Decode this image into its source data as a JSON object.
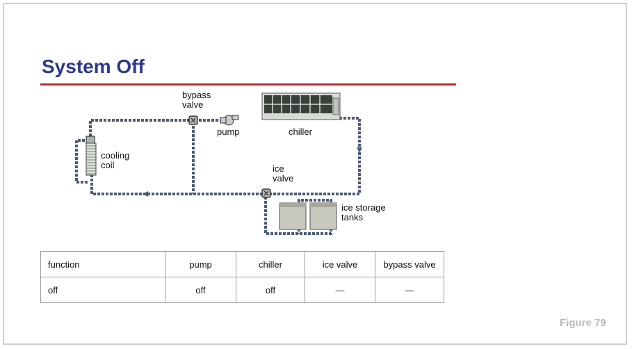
{
  "title": "System Off",
  "labels": {
    "bypass_valve": [
      "bypass",
      "valve"
    ],
    "pump": "pump",
    "chiller": "chiller",
    "cooling_coil": [
      "cooling",
      "coil"
    ],
    "ice_valve": [
      "ice",
      "valve"
    ],
    "ice_storage_tanks": [
      "ice storage",
      "tanks"
    ]
  },
  "table": {
    "headers": [
      "function",
      "pump",
      "chiller",
      "ice valve",
      "bypass valve"
    ],
    "rows": [
      [
        "off",
        "off",
        "off",
        "—",
        "—"
      ]
    ]
  },
  "figure_label": "Figure 79",
  "colors": {
    "title": "#2b3a8c",
    "rule": "#c1272d",
    "pipe": "#4a5a78",
    "figure_label": "#b9b9b9"
  }
}
